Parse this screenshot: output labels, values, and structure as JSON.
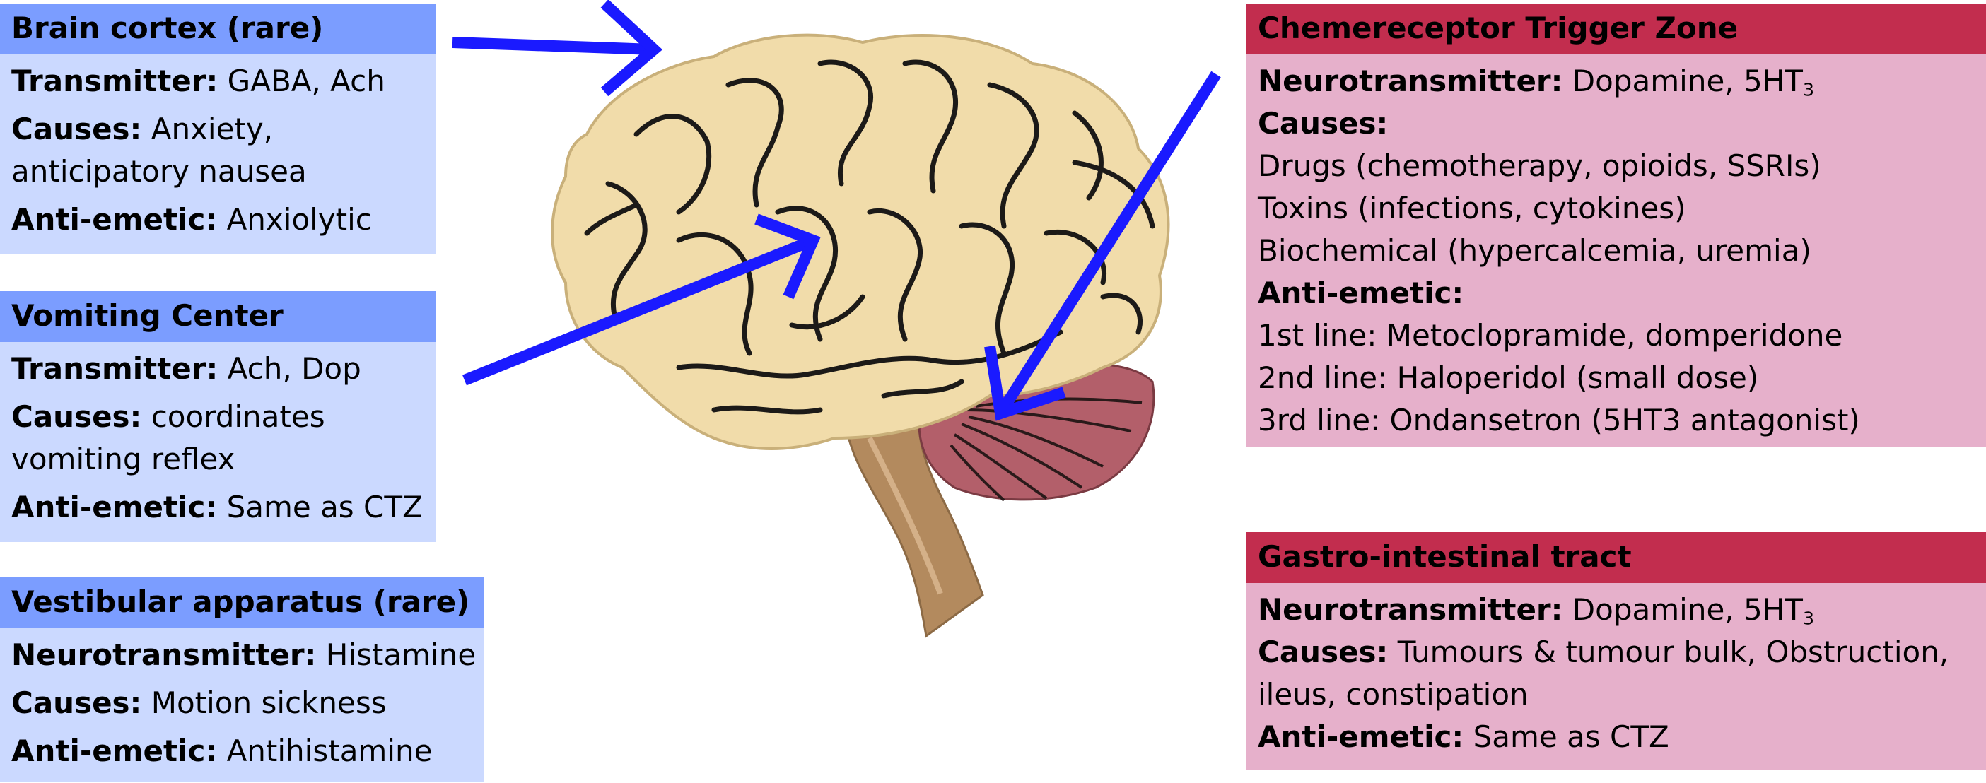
{
  "brain_cortex": {
    "title": "Brain cortex (rare)",
    "transmitter_label": "Transmitter:",
    "transmitter_value": " GABA, Ach",
    "causes_label": "Causes:",
    "causes_value_1": " Anxiety,",
    "causes_value_2": "anticipatory nausea",
    "antiemetic_label": "Anti-emetic:",
    "antiemetic_value": " Anxiolytic"
  },
  "vomiting_center": {
    "title": "Vomiting Center",
    "transmitter_label": "Transmitter:",
    "transmitter_value": " Ach, Dop",
    "causes_label": "Causes:",
    "causes_value_1": " coordinates",
    "causes_value_2": "vomiting reflex",
    "antiemetic_label": "Anti-emetic:",
    "antiemetic_value": " Same as CTZ"
  },
  "vestibular": {
    "title": "Vestibular apparatus (rare)",
    "neuro_label": "Neurotransmitter:",
    "neuro_value": " Histamine",
    "causes_label": "Causes:",
    "causes_value": " Motion sickness",
    "antiemetic_label": "Anti-emetic:",
    "antiemetic_value": " Antihistamine"
  },
  "ctz": {
    "title": "Chemereceptor Trigger Zone",
    "neuro_label": "Neurotransmitter:",
    "neuro_value": " Dopamine, 5HT",
    "neuro_sub": "3",
    "causes_label": "Causes:",
    "causes_items": [
      "Drugs (chemotherapy, opioids, SSRIs)",
      "Toxins (infections, cytokines)",
      "Biochemical (hypercalcemia, uremia)"
    ],
    "antiemetic_label": "Anti-emetic:",
    "antiemetic_items": [
      "1st line: Metoclopramide, domperidone",
      "2nd line: Haloperidol (small dose)",
      "3rd line: Ondansetron (5HT3 antagonist)"
    ]
  },
  "gi_tract": {
    "title": "Gastro-intestinal tract",
    "neuro_label": "Neurotransmitter:",
    "neuro_value": " Dopamine, 5HT",
    "neuro_sub": "3",
    "causes_label": "Causes:",
    "causes_value_1": " Tumours & tumour bulk, Obstruction,",
    "causes_value_2": "ileus, constipation",
    "antiemetic_label": "Anti-emetic:",
    "antiemetic_value": " Same as CTZ"
  },
  "colors": {
    "blue_header": "#7b9dff",
    "blue_body": "#cbd9ff",
    "red_header": "#c22d4e",
    "pink_body": "#e6b0cb",
    "arrow": "#1a1aff",
    "brain": "#f1dcaa",
    "cerebellum": "#b35f6a",
    "brainstem": "#b38a5e"
  }
}
